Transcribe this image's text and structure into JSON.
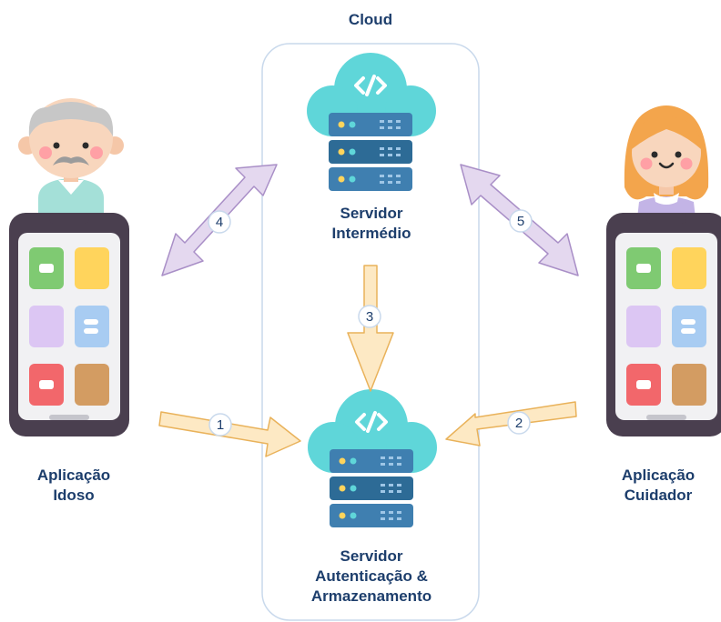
{
  "cloud": {
    "title": "Cloud"
  },
  "nodes": {
    "server_intermediate": {
      "line1": "Servidor",
      "line2": "Intermédio",
      "icon": "cloud-server-icon"
    },
    "server_auth": {
      "line1": "Servidor",
      "line2": "Autenticação &",
      "line3": "Armazenamento",
      "icon": "cloud-server-icon"
    },
    "app_elderly": {
      "line1": "Aplicação",
      "line2": "Idoso",
      "icon": "elderly-man-smartphone-icon"
    },
    "app_caregiver": {
      "line1": "Aplicação",
      "line2": "Cuidador",
      "icon": "young-woman-smartphone-icon"
    }
  },
  "flows": [
    {
      "step": "1",
      "from": "Aplicação Idoso",
      "to": "Servidor Autenticação & Armazenamento",
      "direction": "one-way"
    },
    {
      "step": "2",
      "from": "Aplicação Cuidador",
      "to": "Servidor Autenticação & Armazenamento",
      "direction": "one-way"
    },
    {
      "step": "3",
      "from": "Servidor Intermédio",
      "to": "Servidor Autenticação & Armazenamento",
      "direction": "one-way"
    },
    {
      "step": "4",
      "from": "Aplicação Idoso",
      "to": "Servidor Intermédio",
      "direction": "two-way"
    },
    {
      "step": "5",
      "from": "Aplicação Cuidador",
      "to": "Servidor Intermédio",
      "direction": "two-way"
    }
  ],
  "colors": {
    "text": "#1d3e6c",
    "cloud_border": "#c9d9ec",
    "orange_arrow": "#fde9c4",
    "orange_arrow_stroke": "#e9b25a",
    "purple_arrow": "#e4d8ef",
    "purple_arrow_stroke": "#a98fc7",
    "cloud_fill": "#5fd6d9",
    "server_fill": "#2d6b96"
  }
}
